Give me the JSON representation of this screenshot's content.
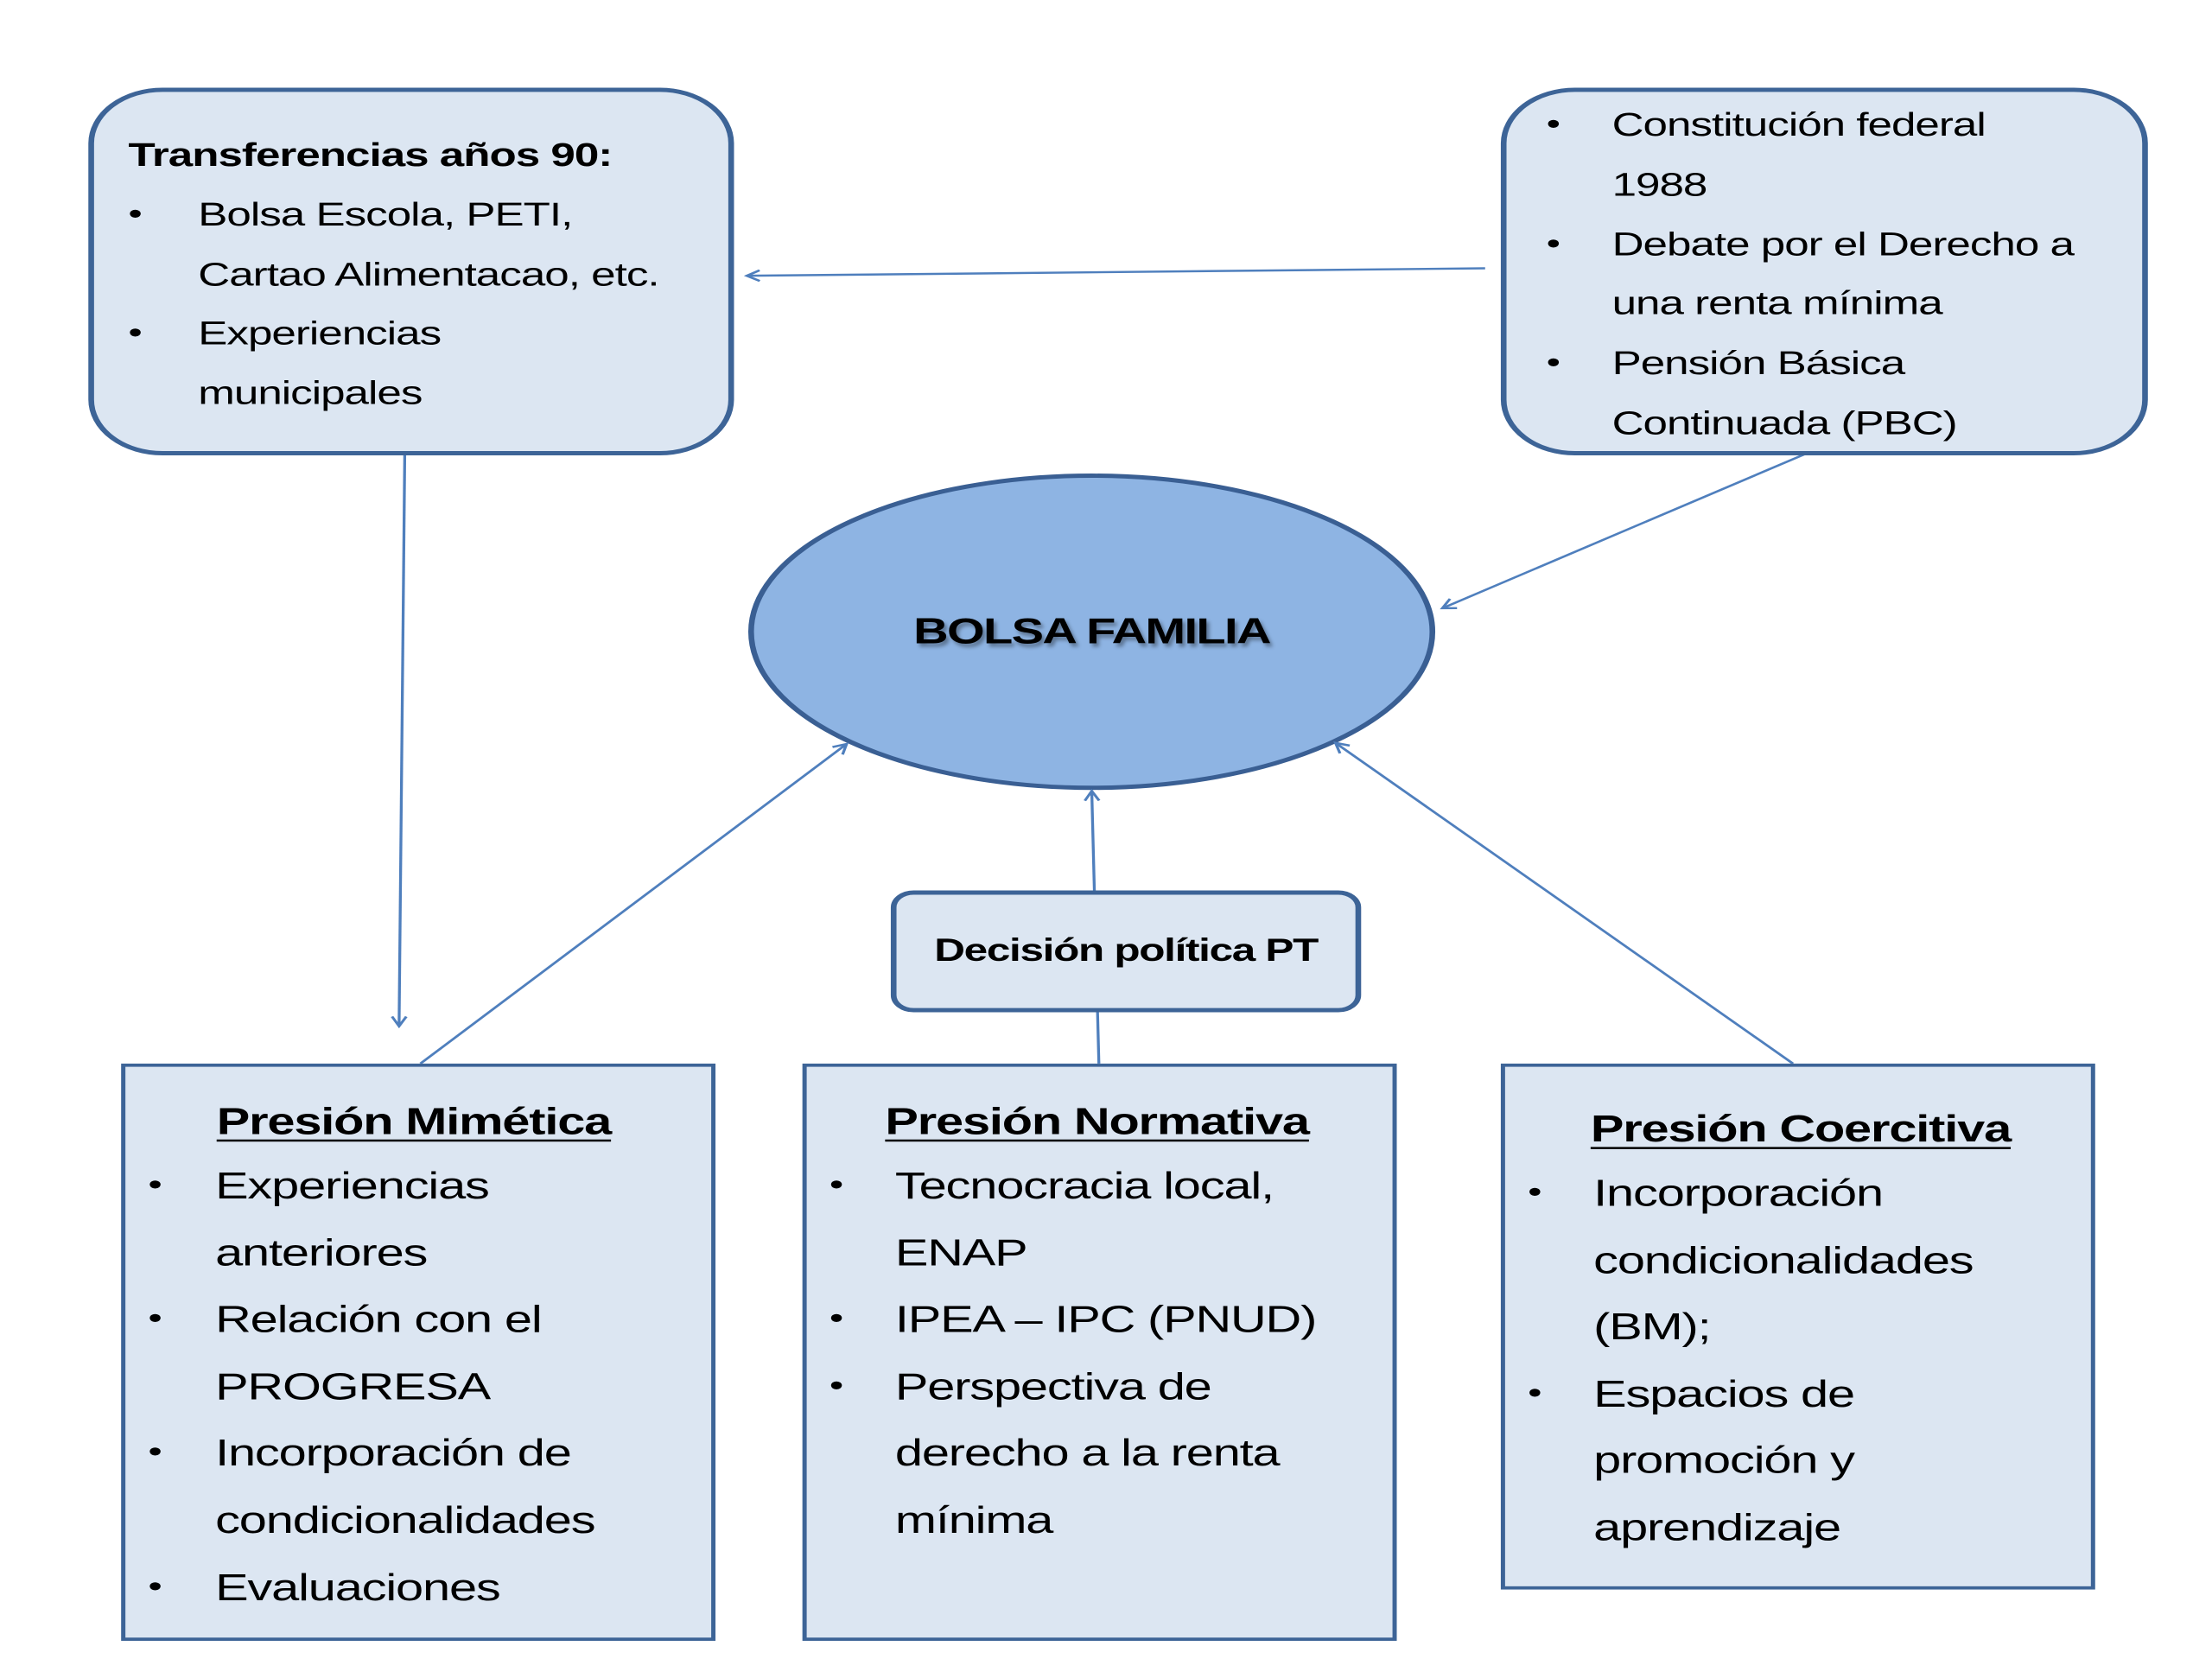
{
  "center": {
    "label": "BOLSA FAMILIA"
  },
  "decision": {
    "label": "Decisión política PT"
  },
  "top_left": {
    "title": "Transferencias años 90:",
    "lines": [
      {
        "bullet": true,
        "text": "Bolsa Escola, PETI,"
      },
      {
        "bullet": false,
        "text": "Cartao Alimentacao, etc."
      },
      {
        "bullet": true,
        "text": "Experiencias"
      },
      {
        "bullet": false,
        "text": "municipales"
      }
    ]
  },
  "top_right": {
    "lines": [
      {
        "bullet": true,
        "text": "Constitución federal"
      },
      {
        "bullet": false,
        "text": "1988"
      },
      {
        "bullet": true,
        "text": "Debate por el Derecho a"
      },
      {
        "bullet": false,
        "text": "una renta mínima"
      },
      {
        "bullet": true,
        "text": "Pensión Básica"
      },
      {
        "bullet": false,
        "text": "Continuada  (PBC)"
      }
    ]
  },
  "mimetic": {
    "title": "Presión Mimética",
    "lines": [
      {
        "bullet": true,
        "text": "Experiencias"
      },
      {
        "bullet": false,
        "text": "anteriores"
      },
      {
        "bullet": true,
        "text": "Relación con el"
      },
      {
        "bullet": false,
        "text": "PROGRESA"
      },
      {
        "bullet": true,
        "text": "Incorporación de"
      },
      {
        "bullet": false,
        "text": "condicionalidades"
      },
      {
        "bullet": true,
        "text": "Evaluaciones"
      }
    ]
  },
  "normative": {
    "title": "Presión Normativa",
    "lines": [
      {
        "bullet": true,
        "text": "Tecnocracia local,"
      },
      {
        "bullet": false,
        "text": "ENAP"
      },
      {
        "bullet": true,
        "text": "IPEA – IPC (PNUD)"
      },
      {
        "bullet": true,
        "text": "Perspectiva de"
      },
      {
        "bullet": false,
        "text": "derecho a la renta"
      },
      {
        "bullet": false,
        "text": "mínima"
      }
    ]
  },
  "coercive": {
    "title": "Presión Coercitiva",
    "lines": [
      {
        "bullet": true,
        "text": "Incorporación"
      },
      {
        "bullet": false,
        "text": "condicionalidades"
      },
      {
        "bullet": false,
        "text": "(BM);"
      },
      {
        "bullet": true,
        "text": "Espacios de"
      },
      {
        "bullet": false,
        "text": "promoción y"
      },
      {
        "bullet": false,
        "text": "aprendizaje"
      }
    ]
  },
  "bullet_glyph": "•",
  "colors": {
    "box_fill": "#dce6f2",
    "box_border": "#3d6497",
    "ellipse_fill": "#8eb4e3",
    "ellipse_border": "#3a5f93",
    "connector": "#4f7fbd"
  },
  "connectors": [
    {
      "from": "top_right",
      "to": "top_left"
    },
    {
      "from": "top_left",
      "to": "mimetic"
    },
    {
      "from": "top_right",
      "to": "center"
    },
    {
      "from": "mimetic",
      "to": "center"
    },
    {
      "from": "normative",
      "to": "center"
    },
    {
      "from": "coercive",
      "to": "center"
    }
  ]
}
